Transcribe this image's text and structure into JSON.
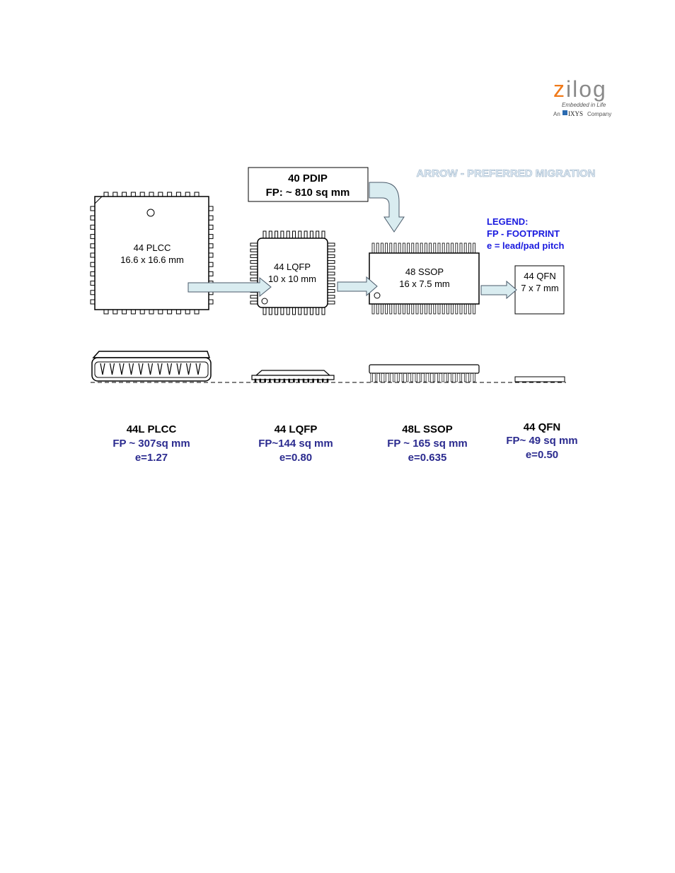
{
  "logo": {
    "brand": "zilog",
    "tagline": "Embedded in Life",
    "company_prefix": "An",
    "company_name": "IXYS",
    "company_suffix": "Company"
  },
  "pdip": {
    "name": "40 PDIP",
    "footprint": "FP: ~ 810 sq mm"
  },
  "arrow_note": "ARROW - PREFERRED MIGRATION",
  "legend": {
    "title": "LEGEND:",
    "fp": "FP - FOOTPRINT",
    "e": "e = lead/pad pitch"
  },
  "top_packages": [
    {
      "name": "44 PLCC",
      "size": "16.6 x 16.6 mm"
    },
    {
      "name": "44 LQFP",
      "size": "10 x 10 mm"
    },
    {
      "name": "48 SSOP",
      "size": "16 x 7.5 mm"
    },
    {
      "name": "44 QFN",
      "size": "7 x 7 mm"
    }
  ],
  "bottom_labels": [
    {
      "name": "44L PLCC",
      "fp": "FP ~ 307sq mm",
      "pitch": "e=1.27"
    },
    {
      "name": "44 LQFP",
      "fp": "FP~144 sq mm",
      "pitch": "e=0.80"
    },
    {
      "name": "48L SSOP",
      "fp": "FP ~ 165 sq mm",
      "pitch": "e=0.635"
    },
    {
      "name": "44 QFN",
      "fp": "FP~ 49 sq mm",
      "pitch": "e=0.50"
    }
  ],
  "colors": {
    "blue_text": "#2b2b8f",
    "legend_blue": "#1a1adf",
    "arrow_fill": "#d9ecf0",
    "arrow_stroke": "#4a5a6a",
    "note_fill": "#e2eef8",
    "logo_orange": "#f07a1a",
    "logo_gray": "#8a8a8a"
  }
}
